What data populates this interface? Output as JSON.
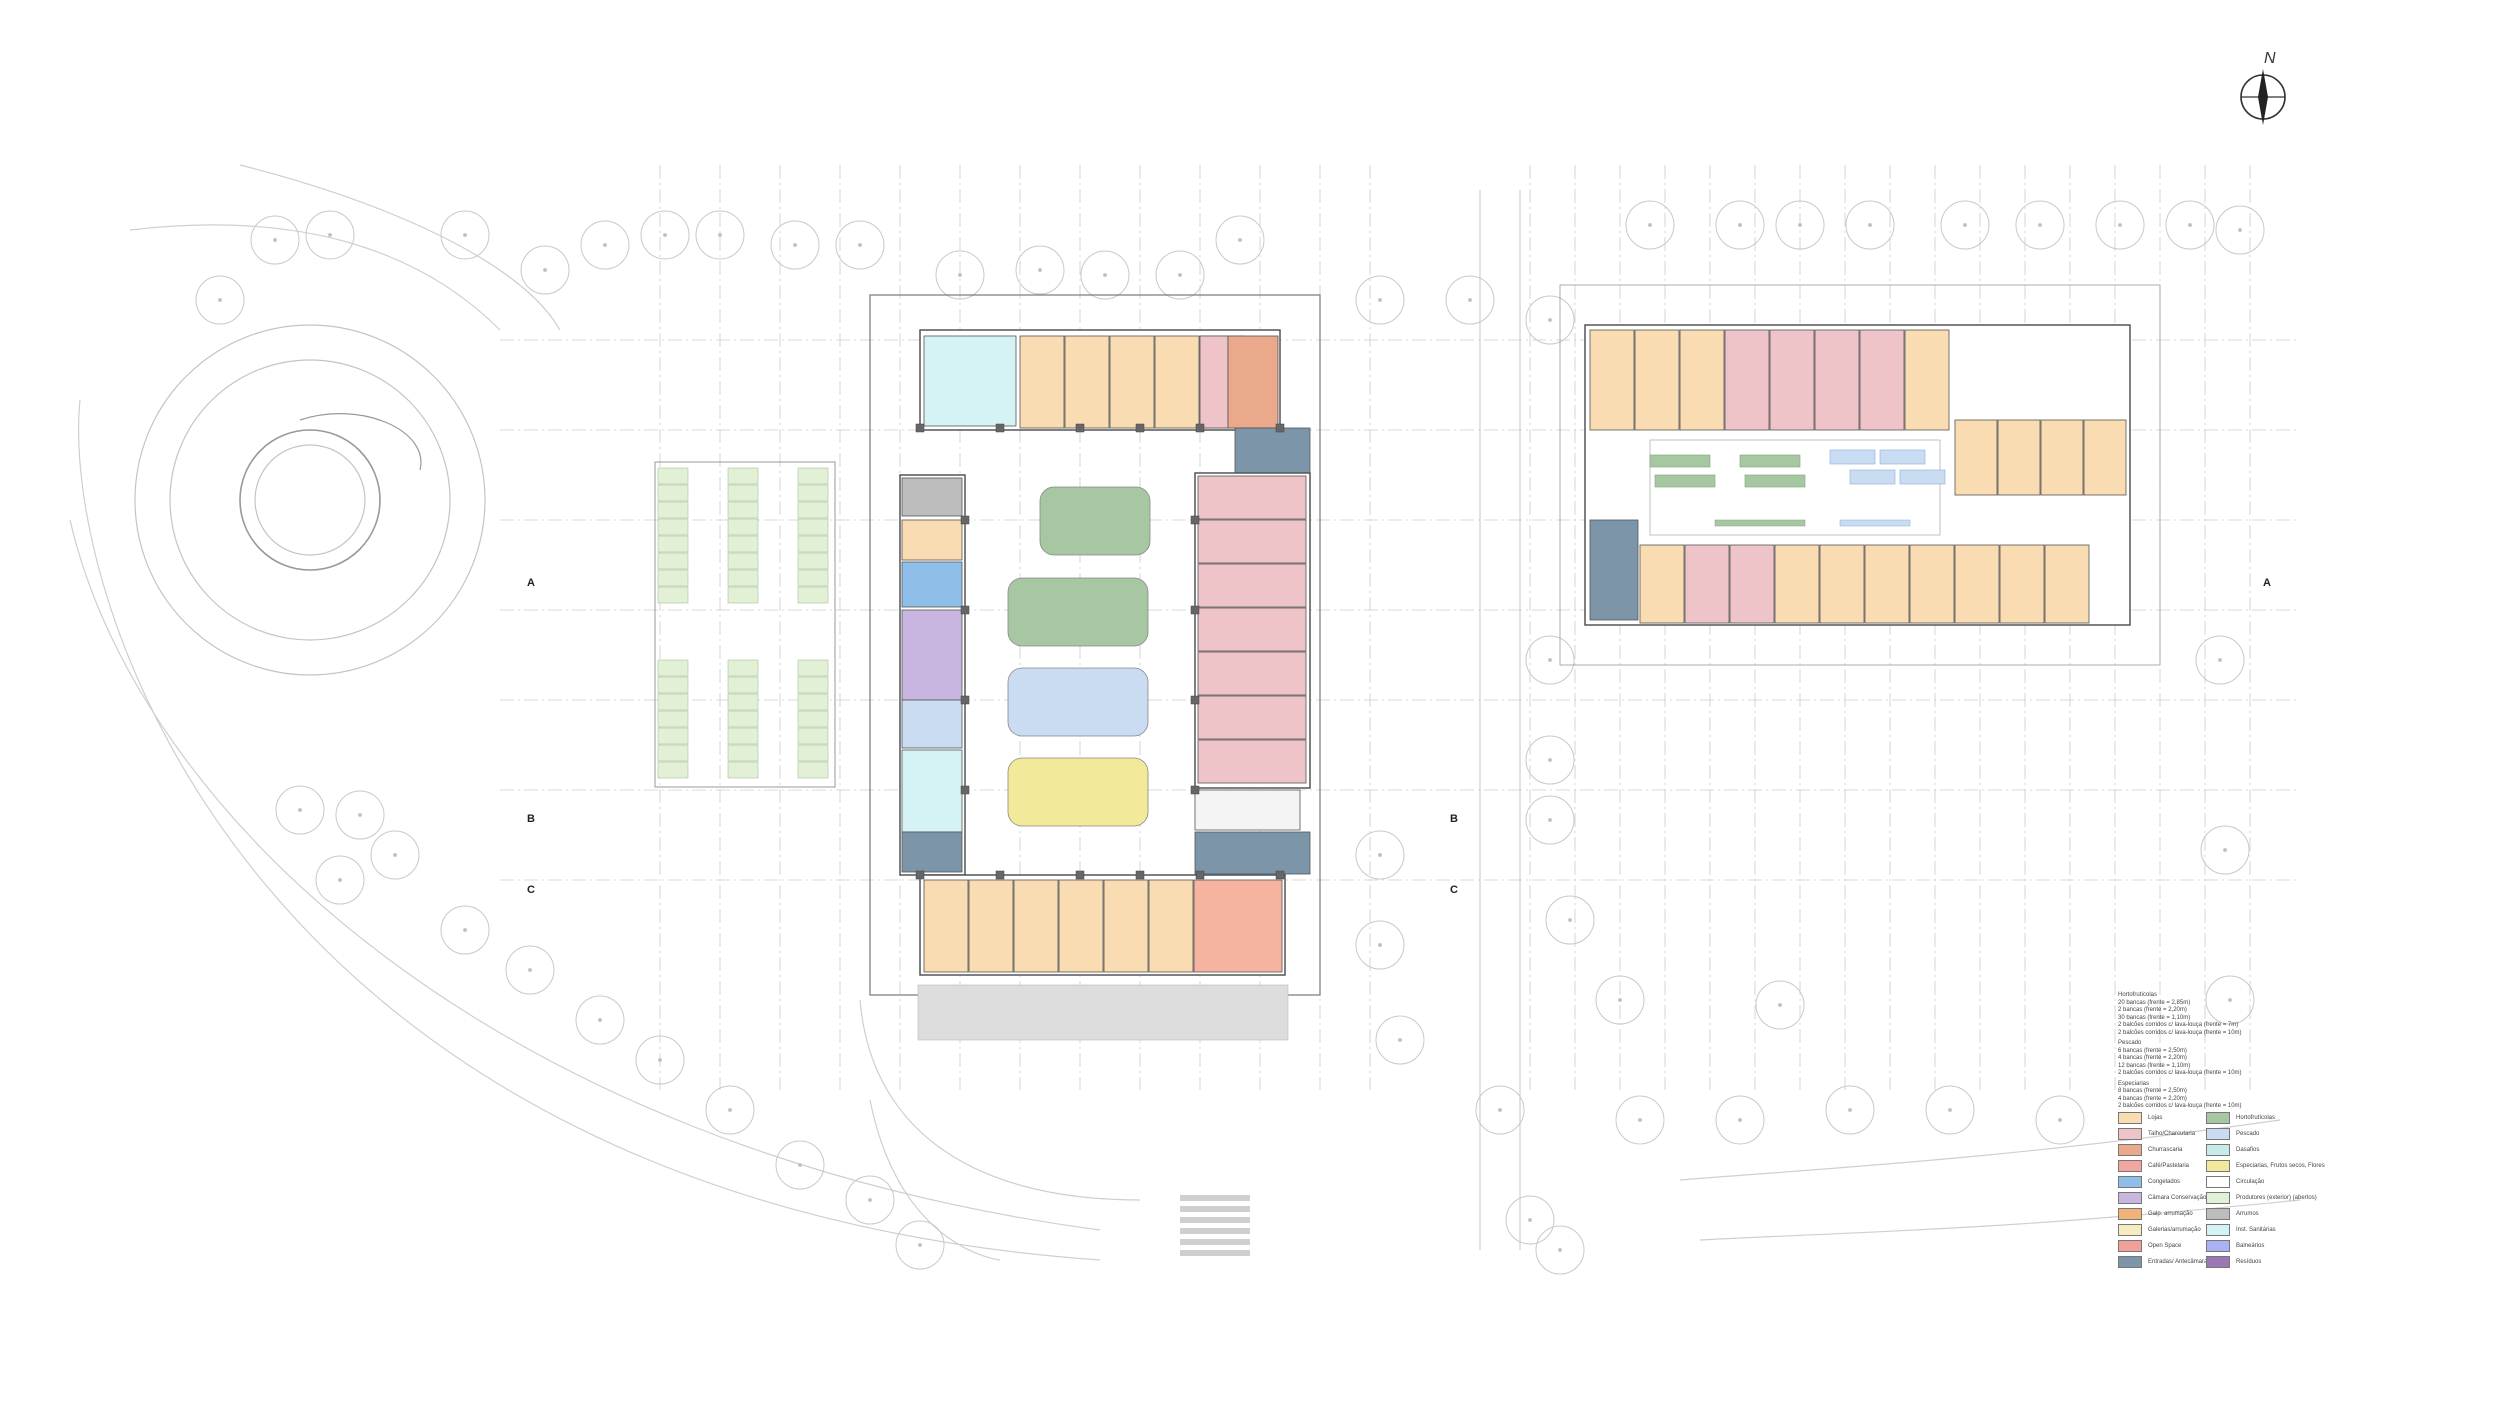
{
  "north": {
    "letter": "N"
  },
  "section_marks": {
    "a": "A",
    "b": "B",
    "c": "C"
  },
  "notes": {
    "hortofruticolas": {
      "title": "Hortofrutícolas",
      "lines": [
        "20 bancas (frente = 2,85m)",
        "2 bancas (frente = 2,20m)",
        "30 bancas (frente = 1,10m)",
        "2 balcões corridos c/ lava-louça (frente = 7m)",
        "2 balcões corridos c/ lava-louça (frente = 10m)"
      ]
    },
    "pescado": {
      "title": "Pescado",
      "lines": [
        "6 bancas (frente = 2,50m)",
        "4 bancas (frente = 2,20m)",
        "12 bancas (frente = 1,10m)",
        "2 balcões corridos c/ lava-louça (frente = 10m)"
      ]
    },
    "especiarias": {
      "title": "Especiarias",
      "lines": [
        "8 bancas (frente = 2,50m)",
        "4 bancas (frente = 2,20m)",
        "2 balcões corridos c/ lava-louça (frente = 10m)"
      ]
    }
  },
  "legend": {
    "left": [
      {
        "label": "Lojas",
        "color": "#f9dcb1"
      },
      {
        "label": "Talho/Charcutaria",
        "color": "#efc4c9"
      },
      {
        "label": "Churrascaria",
        "color": "#e9a98a"
      },
      {
        "label": "Café/Pastelaria",
        "color": "#f2a6a0"
      },
      {
        "label": "Congelados",
        "color": "#8fbfe8"
      },
      {
        "label": "Câmara Conservação",
        "color": "#c9b6e0"
      },
      {
        "label": "Galp. arrumação",
        "color": "#f2b27a"
      },
      {
        "label": "Galerias/arrumação",
        "color": "#f7ecc0"
      },
      {
        "label": "Open Space",
        "color": "#f2a09a"
      },
      {
        "label": "Entradas/ Antecâmara",
        "color": "#7c95a8"
      }
    ],
    "right": [
      {
        "label": "Hortofrutícolas",
        "color": "#a7c7a2"
      },
      {
        "label": "Pescado",
        "color": "#c9dcf2"
      },
      {
        "label": "Dasafios",
        "color": "#c7ece8"
      },
      {
        "label": "Especiarias, Frutos secos, Flores",
        "color": "#f2ea9a"
      },
      {
        "label": "Circulação",
        "color": "#ffffff"
      },
      {
        "label": "Produtores (exterior) (abertos)",
        "color": "#e2f0d5"
      },
      {
        "label": "Arrumos",
        "color": "#bdbdbd"
      },
      {
        "label": "Inst. Sanitárias",
        "color": "#d5f2f4"
      },
      {
        "label": "Balneários",
        "color": "#a9b2f2"
      },
      {
        "label": "Resíduos",
        "color": "#9b78b3"
      }
    ]
  },
  "colors": {
    "lojas": "#f9dcb1",
    "talho": "#efc4c9",
    "churrascaria": "#e9a98a",
    "cafe": "#f6b39f",
    "congelados": "#8fbfe8",
    "camara": "#c9b6e0",
    "entradas": "#7c95a8",
    "horto": "#a7c7a2",
    "pescado": "#c9dcf2",
    "especiarias": "#f2ea9a",
    "produtores": "#e2f0d5",
    "sanitarias": "#d5f2f4",
    "residuos": "#9b78b3",
    "arrumos": "#bdbdbd",
    "line": "#bbbbbb"
  }
}
